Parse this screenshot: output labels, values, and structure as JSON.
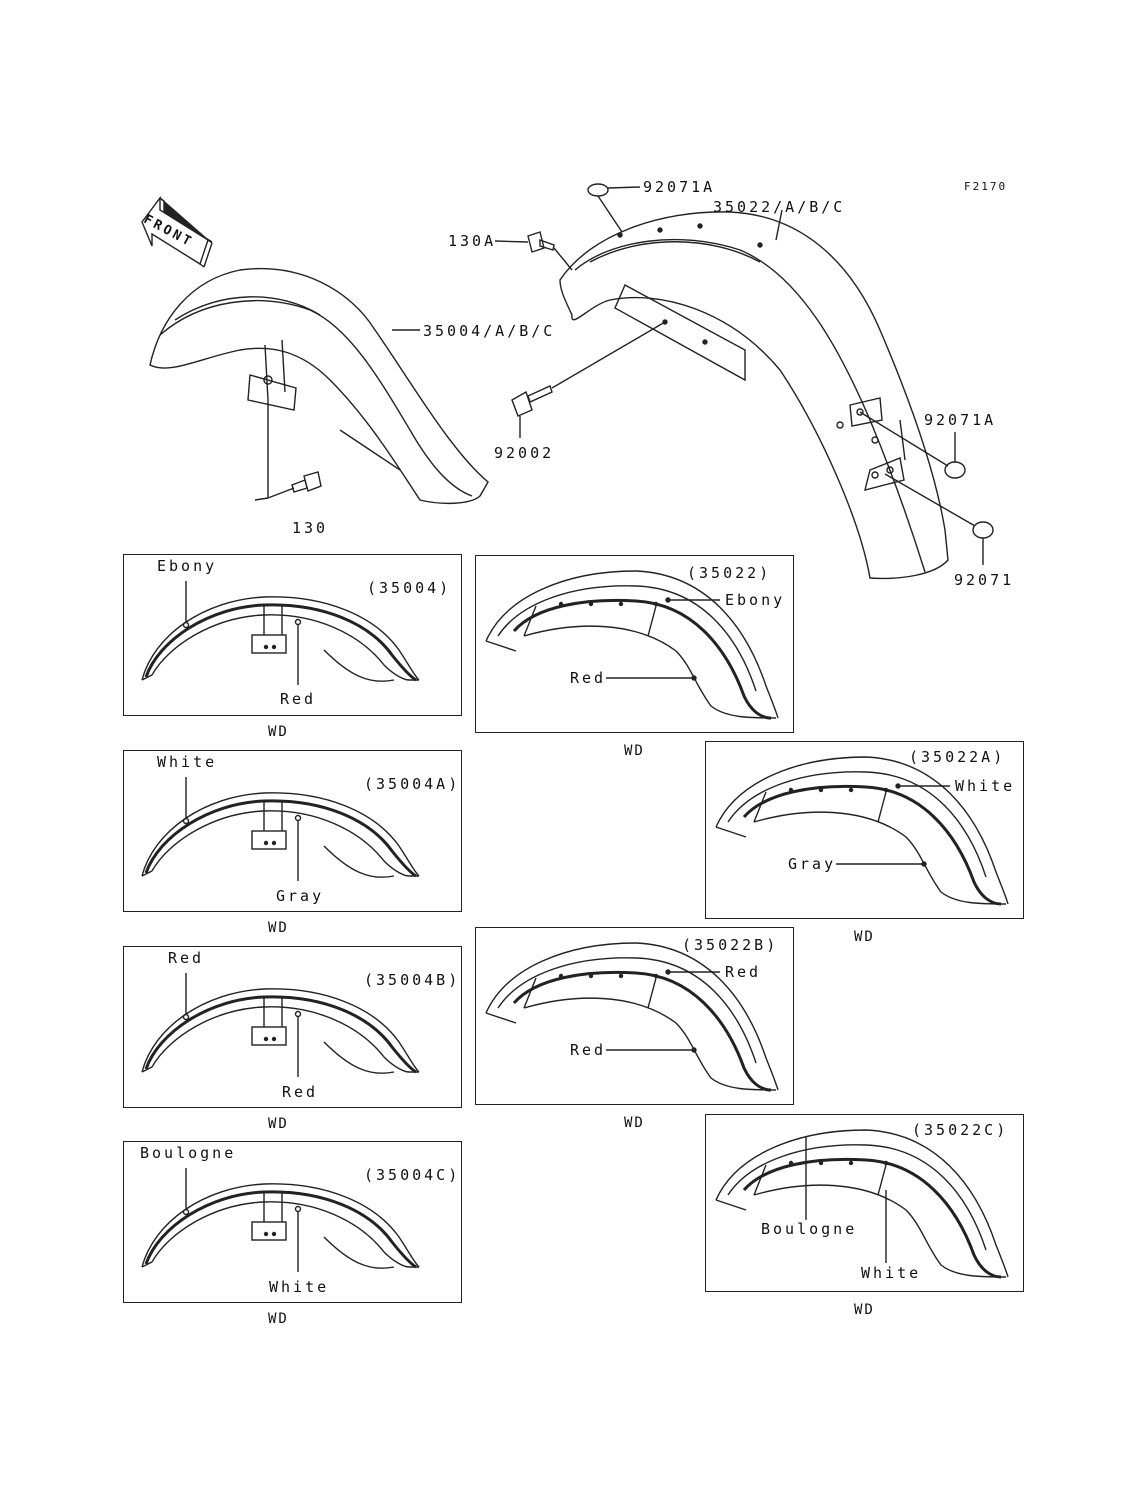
{
  "diagram_code": "F2170",
  "front_label": "FRONT",
  "parts": {
    "front_fender": "35004/A/B/C",
    "rear_fender": "35022/A/B/C",
    "bolt_front": "130",
    "bolt_rear_top": "130A",
    "bolt_rear_side": "92002",
    "grommet_top": "92071A",
    "grommet_side": "92071A",
    "grommet_bottom": "92071"
  },
  "panels": [
    {
      "code": "(35004)",
      "color_top": "Ebony",
      "color_bottom": "Red",
      "note": "WD"
    },
    {
      "code": "(35004A)",
      "color_top": "White",
      "color_bottom": "Gray",
      "note": "WD"
    },
    {
      "code": "(35004B)",
      "color_top": "Red",
      "color_bottom": "Red",
      "note": "WD"
    },
    {
      "code": "(35004C)",
      "color_top": "Boulogne",
      "color_bottom": "White",
      "note": "WD"
    },
    {
      "code": "(35022)",
      "color_top": "Ebony",
      "color_bottom": "Red",
      "note": "WD"
    },
    {
      "code": "(35022A)",
      "color_top": "White",
      "color_bottom": "Gray",
      "note": "WD"
    },
    {
      "code": "(35022B)",
      "color_top": "Red",
      "color_bottom": "Red",
      "note": "WD"
    },
    {
      "code": "(35022C)",
      "color_top": "Boulogne",
      "color_bottom": "White",
      "note": "WD"
    }
  ]
}
